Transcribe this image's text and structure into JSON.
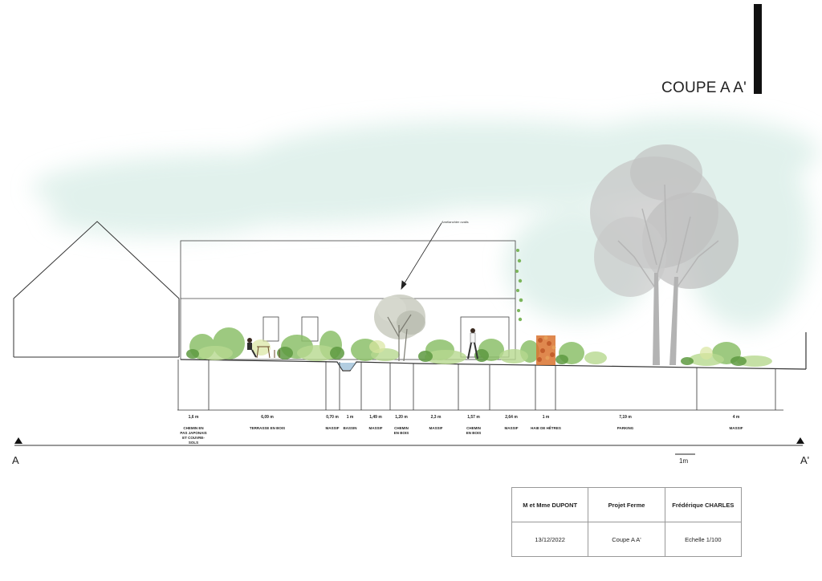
{
  "title": "COUPE A A'",
  "section_markers": {
    "start": "A",
    "end": "A'"
  },
  "scale_bar": {
    "label": "1m"
  },
  "annotation": "Amélanchier ovalis",
  "zones": [
    {
      "width": "1,6 m",
      "label": "CHEMIN EN\nPAS JAPONAIS\nET COUVRE-\nSOLS"
    },
    {
      "width": "6,09 m",
      "label": "TERRASSE EN BOIS"
    },
    {
      "width": "0,70 m",
      "label": "MASSIF"
    },
    {
      "width": "1 m",
      "label": "BASSIN"
    },
    {
      "width": "1,49 m",
      "label": "MASSIF"
    },
    {
      "width": "1,20 m",
      "label": "CHEMIN\nEN BOIS"
    },
    {
      "width": "2,3 m",
      "label": "MASSIF"
    },
    {
      "width": "1,57 m",
      "label": "CHEMIN\nEN BOIS"
    },
    {
      "width": "2,64 m",
      "label": "MASSIF"
    },
    {
      "width": "1 m",
      "label": "HAIE DE HÊTRES"
    },
    {
      "width": "7,19 m",
      "label": "PARKING"
    },
    {
      "width": "4 m",
      "label": "MASSIF"
    }
  ],
  "cartouche": {
    "client": "M et Mme DUPONT",
    "project": "Projet Ferme",
    "designer": "Frédérique CHARLES",
    "date": "13/12/2022",
    "drawing": "Coupe A A'",
    "scale": "Echelle 1/100"
  },
  "colors": {
    "sky_wash": "#dceee9",
    "tree_gray": "#bdbdbd",
    "foliage_green": "#6faa4c",
    "light_green": "#b7d98f",
    "hedge_orange": "#d9732f",
    "water_blue": "#9fc1d8",
    "line": "#333333"
  }
}
